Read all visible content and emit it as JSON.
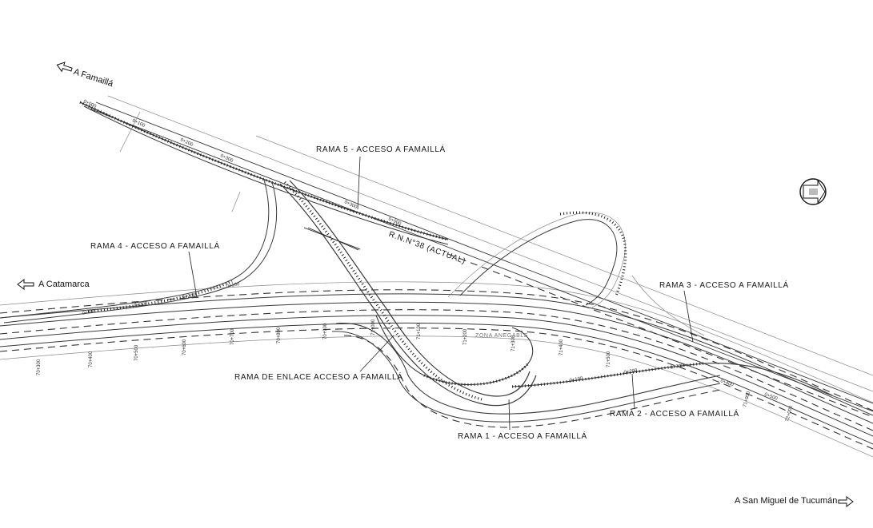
{
  "directions": {
    "famailla": "A Famaillá",
    "catamarca": "A Catamarca",
    "tucuman": "A San Miguel de Tucumán"
  },
  "labels": {
    "rama5": "RAMA 5 - ACCESO A FAMAILLÁ",
    "rama4": "RAMA 4 - ACCESO A FAMAILLÁ",
    "rama3": "RAMA 3 - ACCESO A FAMAILLÁ",
    "rama2": "RAMA 2 - ACCESO A FAMAILLÁ",
    "rama1": "RAMA 1 - ACCESO A FAMAILLÁ",
    "enlace": "RAMA DE ENLACE ACCESO A FAMAILLÁ",
    "rn38": "R.N.N°38 (ACTUAL)",
    "zona": "ZONA ANEGABLE"
  },
  "stations": {
    "main": [
      "70+300",
      "70+400",
      "70+500",
      "70+600",
      "70+700",
      "70+800",
      "70+900",
      "71+000",
      "71+100",
      "71+200",
      "71+300",
      "71+400",
      "71+500",
      "71+900",
      "72+000"
    ],
    "rama5": [
      "0+000",
      "0+100",
      "0+200",
      "0+300",
      "0+400",
      "0+500"
    ],
    "rama4": [
      "0+100",
      "0+200",
      "0+300",
      "0+400"
    ],
    "rama2": [
      "0+100",
      "0+200",
      "0+300",
      "0+400",
      "0+500"
    ]
  },
  "icons": {
    "north_arrow": "north-arrow-icon",
    "direction_arrow": "outline-arrow-icon"
  }
}
